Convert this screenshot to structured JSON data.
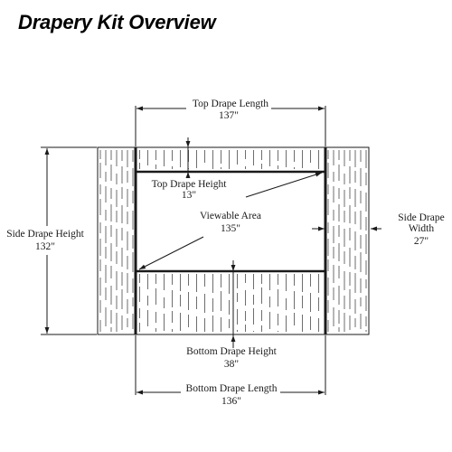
{
  "title": "Drapery Kit Overview",
  "labels": {
    "top_length": {
      "name": "Top Drape Length",
      "value": "137\""
    },
    "top_height": {
      "name": "Top Drape Height",
      "value": "13\""
    },
    "viewable": {
      "name": "Viewable Area",
      "value": "135\""
    },
    "side_width": {
      "name": "Side Drape",
      "name2": "Width",
      "value": "27\""
    },
    "side_height": {
      "name": "Side Drape Height",
      "value": "132\""
    },
    "bottom_height": {
      "name": "Bottom Drape Height",
      "value": "38\""
    },
    "bottom_length": {
      "name": "Bottom Drape Length",
      "value": "136\""
    }
  },
  "colors": {
    "line": "#1a1a1a",
    "text": "#000000"
  }
}
